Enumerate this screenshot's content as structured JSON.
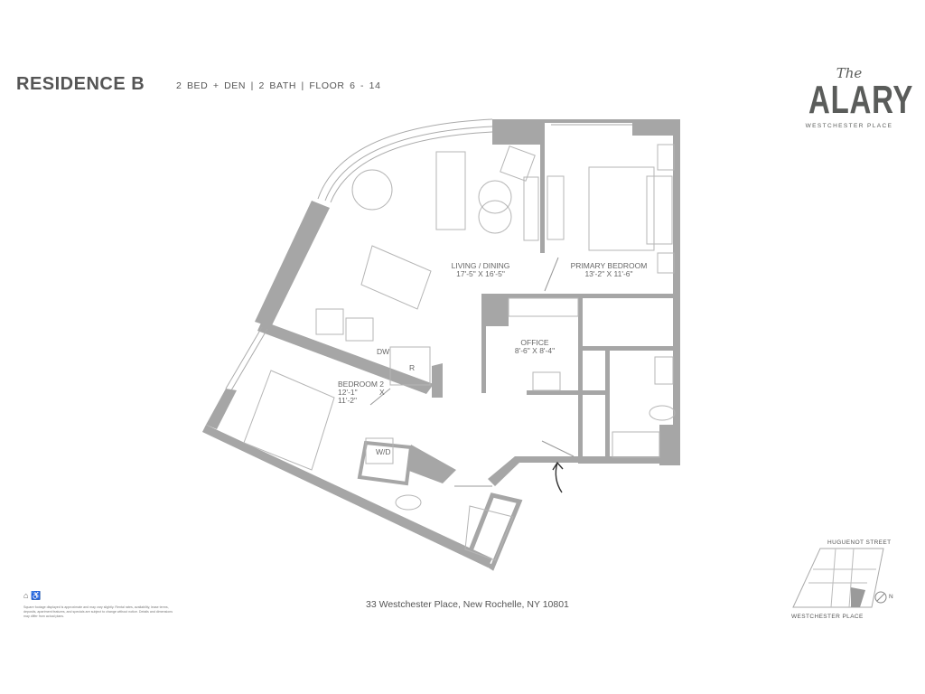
{
  "header": {
    "title": "RESIDENCE B",
    "meta": "2 BED + DEN  |  2 BATH  |  FLOOR 6 - 14"
  },
  "logo": {
    "the": "The",
    "name": "ALARY",
    "sub": "WESTCHESTER PLACE"
  },
  "rooms": {
    "living": {
      "name": "LIVING / DINING",
      "dims": "17'-5\" X 16'-5\""
    },
    "primary": {
      "name": "PRIMARY BEDROOM",
      "dims": "13'-2\" X 11'-6\""
    },
    "office": {
      "name": "OFFICE",
      "dims": "8'-6\" X 8'-4\""
    },
    "bedroom2": {
      "name": "BEDROOM  2",
      "w": "12'-1\"",
      "x": "X",
      "h": "11'-2\""
    },
    "dw": "DW",
    "fridge": "R",
    "wd": "W/D"
  },
  "address": "33 Westchester Place, New Rochelle, NY 10801",
  "disclaimer": "Square footage displayed is approximate and may vary slightly. Rental rates, availability, lease terms, deposits, apartment features, and specials are subject to change without notice. Details and dimensions may differ from actual plans.",
  "icons": [
    "equal-housing-icon",
    "accessibility-icon",
    "north-compass-icon",
    "entry-arrow-icon"
  ],
  "keymap": {
    "street_top": "HUGUENOT STREET",
    "street_bottom": "WESTCHESTER PLACE",
    "north": "N"
  },
  "colors": {
    "wall": "#a6a6a6",
    "text": "#555555",
    "highlight": "#9a9a9a"
  }
}
